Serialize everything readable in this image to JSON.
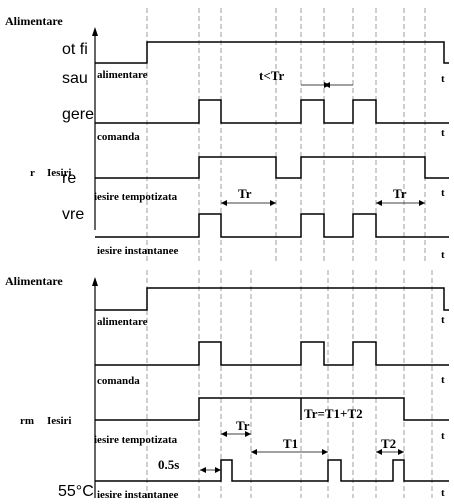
{
  "background_fragments": [
    "ot fi",
    "sau",
    "gere",
    "re",
    "vre",
    "55°C"
  ],
  "diagram_top": {
    "axis_label": "Alimentare",
    "side_label": "Iesiri",
    "side_prefix": "r",
    "t_label": "t",
    "signals": [
      "alimentare",
      "comanda",
      "iesire tempotizata",
      "iesire instantanee"
    ],
    "annotations": {
      "t_lt_tr": "t<Tr",
      "tr_a": "Tr",
      "tr_b": "Tr"
    }
  },
  "diagram_bottom": {
    "axis_label": "Alimentare",
    "side_label": "Iesiri",
    "side_prefix": "rm",
    "t_label": "t",
    "signals": [
      "alimentare",
      "comanda",
      "iesire tempotizata",
      "iesire instantanee"
    ],
    "annotations": {
      "tr": "Tr",
      "formula": "Tr=T1+T2",
      "t1": "T1",
      "t2": "T2",
      "pulse": "0.5s"
    }
  }
}
